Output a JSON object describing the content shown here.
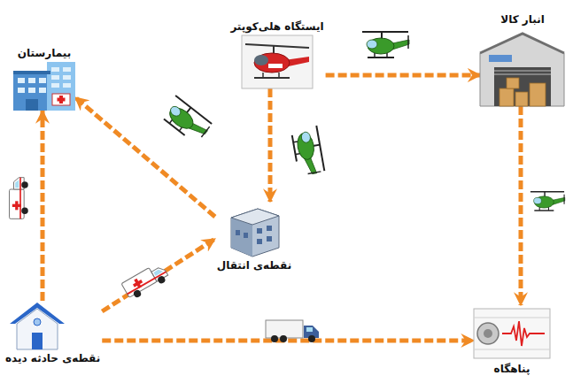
{
  "diagram": {
    "nodes": [
      {
        "text": [
          "بیمارستان"
        ]
      },
      {
        "text": [
          "ایستگاه هلی‌کوپتر"
        ]
      },
      {
        "text": [
          "انبار کالا"
        ]
      },
      {
        "text": [
          "نقطه‌ی انتقال"
        ]
      },
      {
        "text": [
          "نقطه‌ی حادثه دیده"
        ]
      },
      {
        "text": [
          "پناهگاه"
        ]
      }
    ],
    "edges": [
      {
        "from": 1,
        "to": 2,
        "arrow": "to"
      },
      {
        "from": 1,
        "to": 3,
        "arrow": "to"
      },
      {
        "from": 2,
        "to": 5,
        "arrow": "to"
      },
      {
        "from": 3,
        "to": 0,
        "arrow": "to"
      },
      {
        "from": 4,
        "to": 0,
        "arrow": "to"
      },
      {
        "from": 4,
        "to": 3,
        "arrow": "to"
      },
      {
        "from": 4,
        "to": 5,
        "arrow": "to"
      }
    ]
  }
}
